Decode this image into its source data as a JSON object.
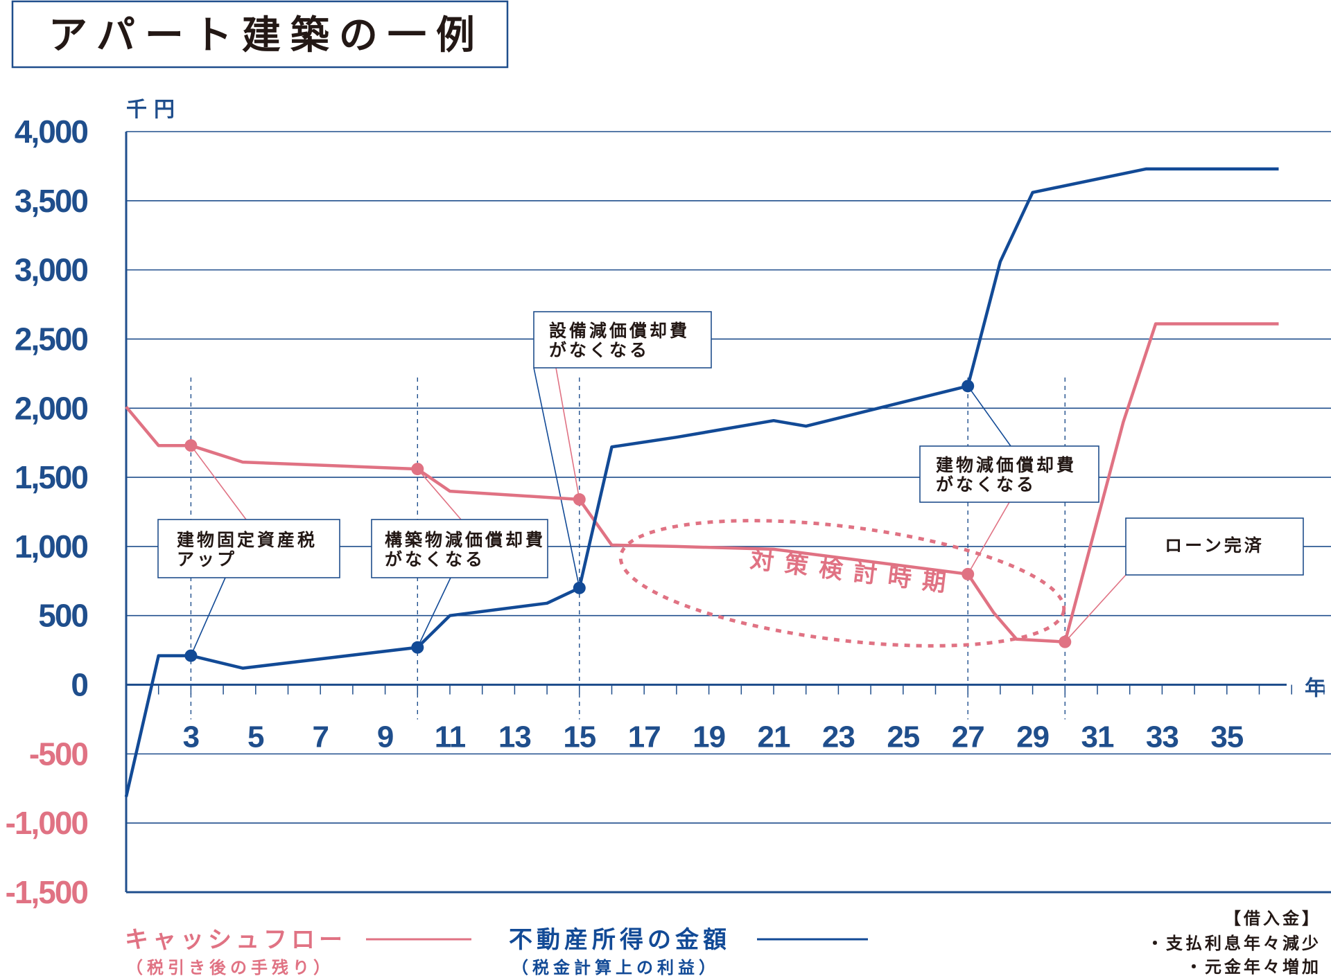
{
  "title": "アパート建築の一例",
  "colors": {
    "cashflow": "#e07283",
    "income": "#124a96",
    "axis": "#1f4e8c",
    "grid": "#1f4e8c",
    "negative_tick": "#e07283"
  },
  "chart_data": {
    "type": "line",
    "ylabel": "千円",
    "xlabel": "年",
    "ylim": [
      -1500,
      4000
    ],
    "xlim": [
      0,
      37
    ],
    "y_ticks": [
      4000,
      3500,
      3000,
      2500,
      2000,
      1500,
      1000,
      500,
      0,
      -500,
      -1000,
      -1500
    ],
    "y_tick_labels": [
      "4,000",
      "3,500",
      "3,000",
      "2,500",
      "2,000",
      "1,500",
      "1,000",
      "500",
      "0",
      "-500",
      "-1,000",
      "-1,500"
    ],
    "x_tick_labels": [
      "3",
      "5",
      "7",
      "9",
      "11",
      "13",
      "15",
      "17",
      "19",
      "21",
      "23",
      "25",
      "27",
      "29",
      "31",
      "33",
      "35"
    ],
    "x_tick_label_values": [
      2,
      4,
      6,
      8,
      10,
      12,
      14,
      16,
      18,
      20,
      22,
      24,
      26,
      28,
      30,
      32,
      34
    ],
    "grid": true,
    "series": [
      {
        "name": "キャッシュフロー",
        "sub": "（税引き後の手残り）",
        "color": "#e07283",
        "points": [
          [
            0,
            2010
          ],
          [
            1,
            1730
          ],
          [
            2,
            1730
          ],
          [
            3.6,
            1610
          ],
          [
            9,
            1560
          ],
          [
            10,
            1400
          ],
          [
            14,
            1340
          ],
          [
            15,
            1010
          ],
          [
            17,
            1000
          ],
          [
            20,
            980
          ],
          [
            26,
            800
          ],
          [
            26.8,
            520
          ],
          [
            27.5,
            330
          ],
          [
            29,
            310
          ],
          [
            30.8,
            1900
          ],
          [
            31.8,
            2610
          ],
          [
            35.6,
            2610
          ]
        ],
        "markers": [
          [
            2,
            1730
          ],
          [
            9,
            1560
          ],
          [
            14,
            1340
          ],
          [
            26,
            800
          ],
          [
            29,
            310
          ]
        ]
      },
      {
        "name": "不動産所得の金額",
        "sub": "（税金計算上の利益）",
        "color": "#124a96",
        "points": [
          [
            0,
            -810
          ],
          [
            1,
            210
          ],
          [
            2,
            210
          ],
          [
            3.6,
            120
          ],
          [
            9,
            270
          ],
          [
            10,
            500
          ],
          [
            13,
            590
          ],
          [
            14,
            700
          ],
          [
            15,
            1720
          ],
          [
            17,
            1790
          ],
          [
            20,
            1910
          ],
          [
            21,
            1870
          ],
          [
            26,
            2160
          ],
          [
            27,
            3060
          ],
          [
            28,
            3560
          ],
          [
            31.5,
            3730
          ],
          [
            35.6,
            3730
          ]
        ],
        "markers": [
          [
            2,
            210
          ],
          [
            9,
            270
          ],
          [
            14,
            700
          ],
          [
            26,
            2160
          ]
        ]
      }
    ],
    "dashed_lines_at": [
      2,
      9,
      14,
      26,
      29
    ],
    "annotations": [
      {
        "lines": [
          "建物固定資産税",
          "アップ"
        ]
      },
      {
        "lines": [
          "構築物減価償却費",
          "がなくなる"
        ]
      },
      {
        "lines": [
          "設備減価償却費",
          "がなくなる"
        ]
      },
      {
        "lines": [
          "建物減価償却費",
          "がなくなる"
        ]
      },
      {
        "lines": [
          "ローン完済"
        ]
      }
    ],
    "period_label": "対策検討時期"
  },
  "note": {
    "heading": "【借入金】",
    "items": [
      "・支払利息年々減少",
      "・元金年々増加"
    ]
  }
}
